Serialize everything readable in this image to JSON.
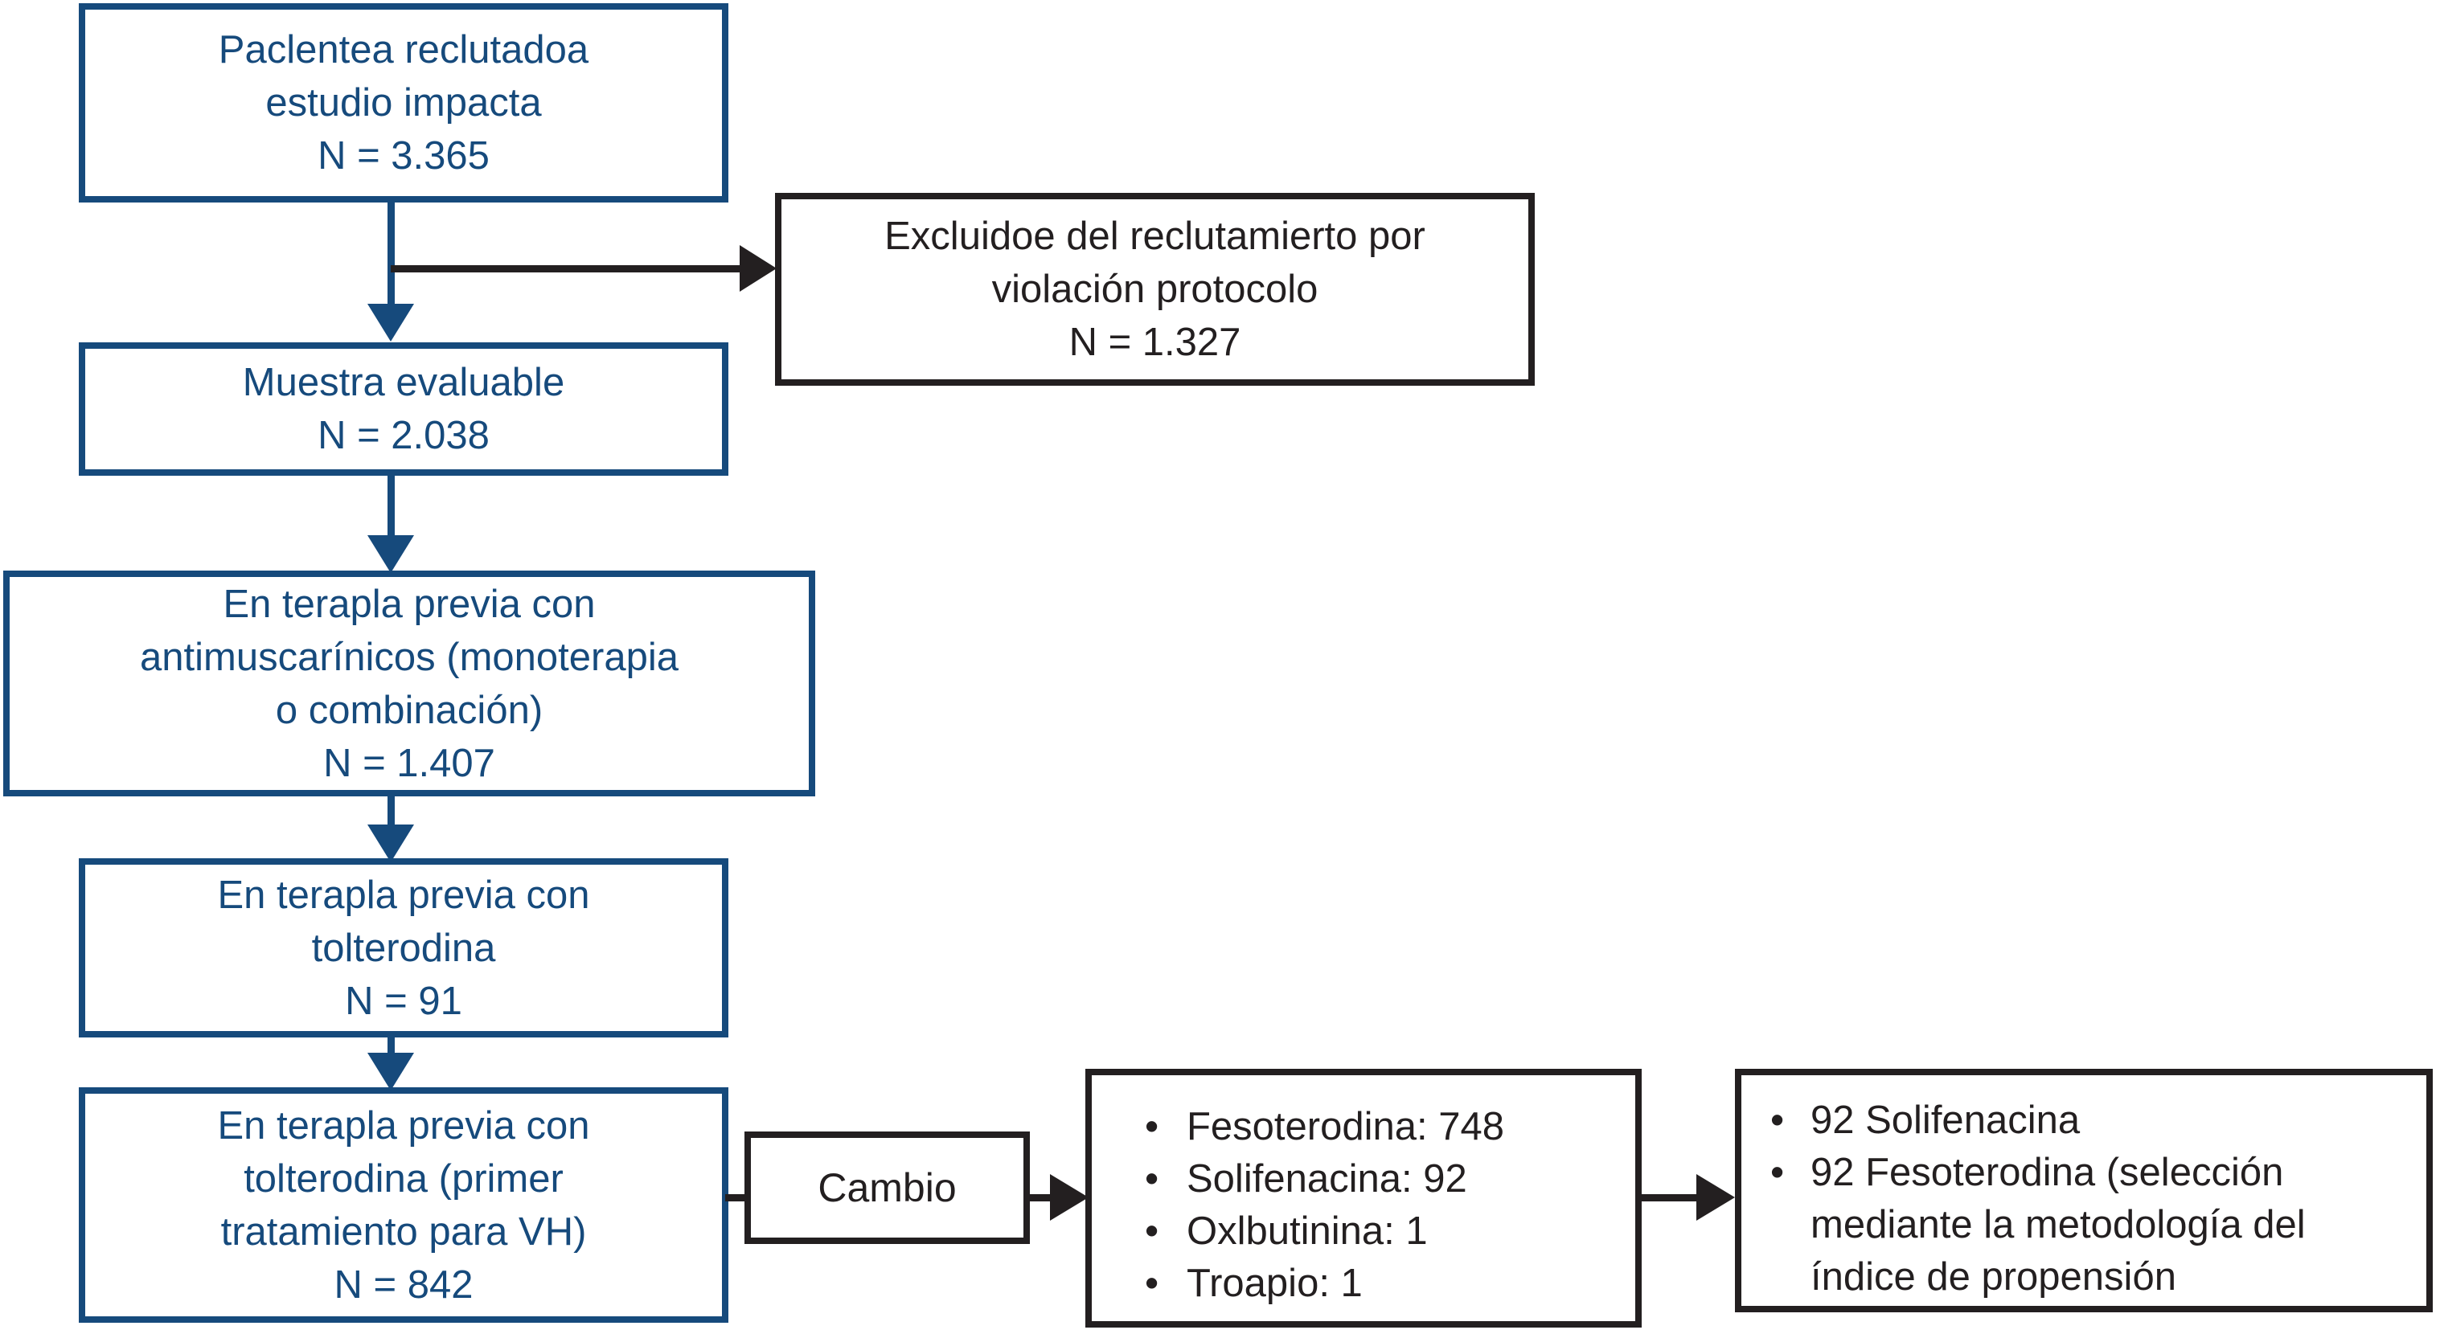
{
  "diagram": {
    "type": "patient-flow-flowchart",
    "colors": {
      "primary_blue": "#164a7c",
      "black": "#231f20",
      "background": "#ffffff"
    },
    "bullet_char": "•",
    "boxes": {
      "recruited": {
        "lines": [
          "Paclentea reclutadoa",
          "estudio impacta",
          "N = 3.365"
        ]
      },
      "excluded": {
        "lines": [
          "Excluidoe del reclutamierto por",
          "violación protocolo",
          "N = 1.327"
        ]
      },
      "evaluable": {
        "lines": [
          "Muestra evaluable",
          "N = 2.038"
        ]
      },
      "antimuscarinics": {
        "lines": [
          "En terapla previa con",
          "antimuscarínicos (monoterapia",
          "o combinación)",
          "N = 1.407"
        ]
      },
      "tolterodine": {
        "lines": [
          "En terapla previa con",
          "tolterodina",
          "N = 91"
        ]
      },
      "tolterodine_first": {
        "lines": [
          "En terapla previa con",
          "tolterodina (primer",
          "tratamiento para VH)",
          "N = 842"
        ]
      },
      "cambio": {
        "label": "Cambio"
      },
      "switch_list": {
        "rows": [
          {
            "bullet": "•",
            "text": "Fesoterodina: 748"
          },
          {
            "bullet": "•",
            "text": "Solifenacina: 92"
          },
          {
            "bullet": "•",
            "text": "Oxlbutinina: 1"
          },
          {
            "bullet": "•",
            "text": "Troapio: 1"
          }
        ]
      },
      "matched": {
        "rows": [
          {
            "bullet": "•",
            "text": "92 Solifenacina"
          },
          {
            "bullet": "•",
            "text": "92 Fesoterodina (selección"
          },
          {
            "bullet": "",
            "text": "mediante la metodología del"
          },
          {
            "bullet": "",
            "text": "índice de propensión"
          }
        ]
      }
    }
  }
}
